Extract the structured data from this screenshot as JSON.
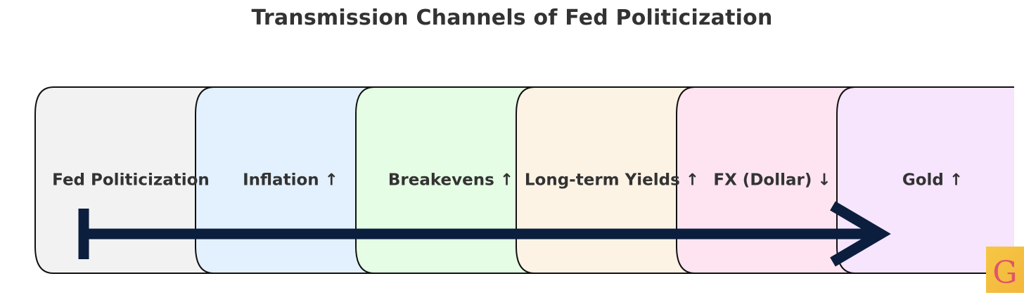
{
  "title": "Transmission Channels of Fed Politicization",
  "stages": [
    {
      "label": "Fed Politicization",
      "fill": "#f2f2f2"
    },
    {
      "label": "Inflation ↑",
      "fill": "#e3f0fe"
    },
    {
      "label": "Breakevens ↑",
      "fill": "#e4fde4"
    },
    {
      "label": "Long-term Yields ↑",
      "fill": "#fdf3e5"
    },
    {
      "label": "FX (Dollar) ↓",
      "fill": "#fde4f0"
    },
    {
      "label": "Gold ↑",
      "fill": "#f6e5fd"
    }
  ],
  "arrow_color": "#0b1e3d",
  "outline_color": "#111111",
  "badge": {
    "letter": "G"
  }
}
